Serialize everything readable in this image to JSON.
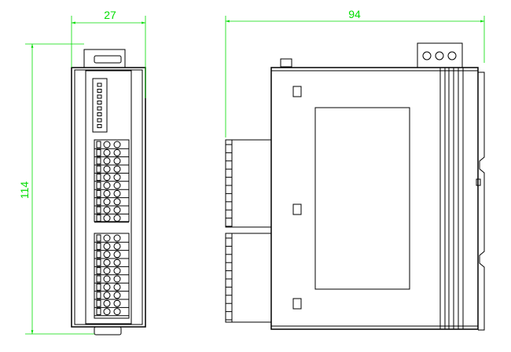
{
  "dimensions": {
    "width_front": "27",
    "width_side": "94",
    "height": "114"
  },
  "colors": {
    "dimension_line": "#00dd00",
    "outline": "#000000",
    "background": "#ffffff"
  }
}
